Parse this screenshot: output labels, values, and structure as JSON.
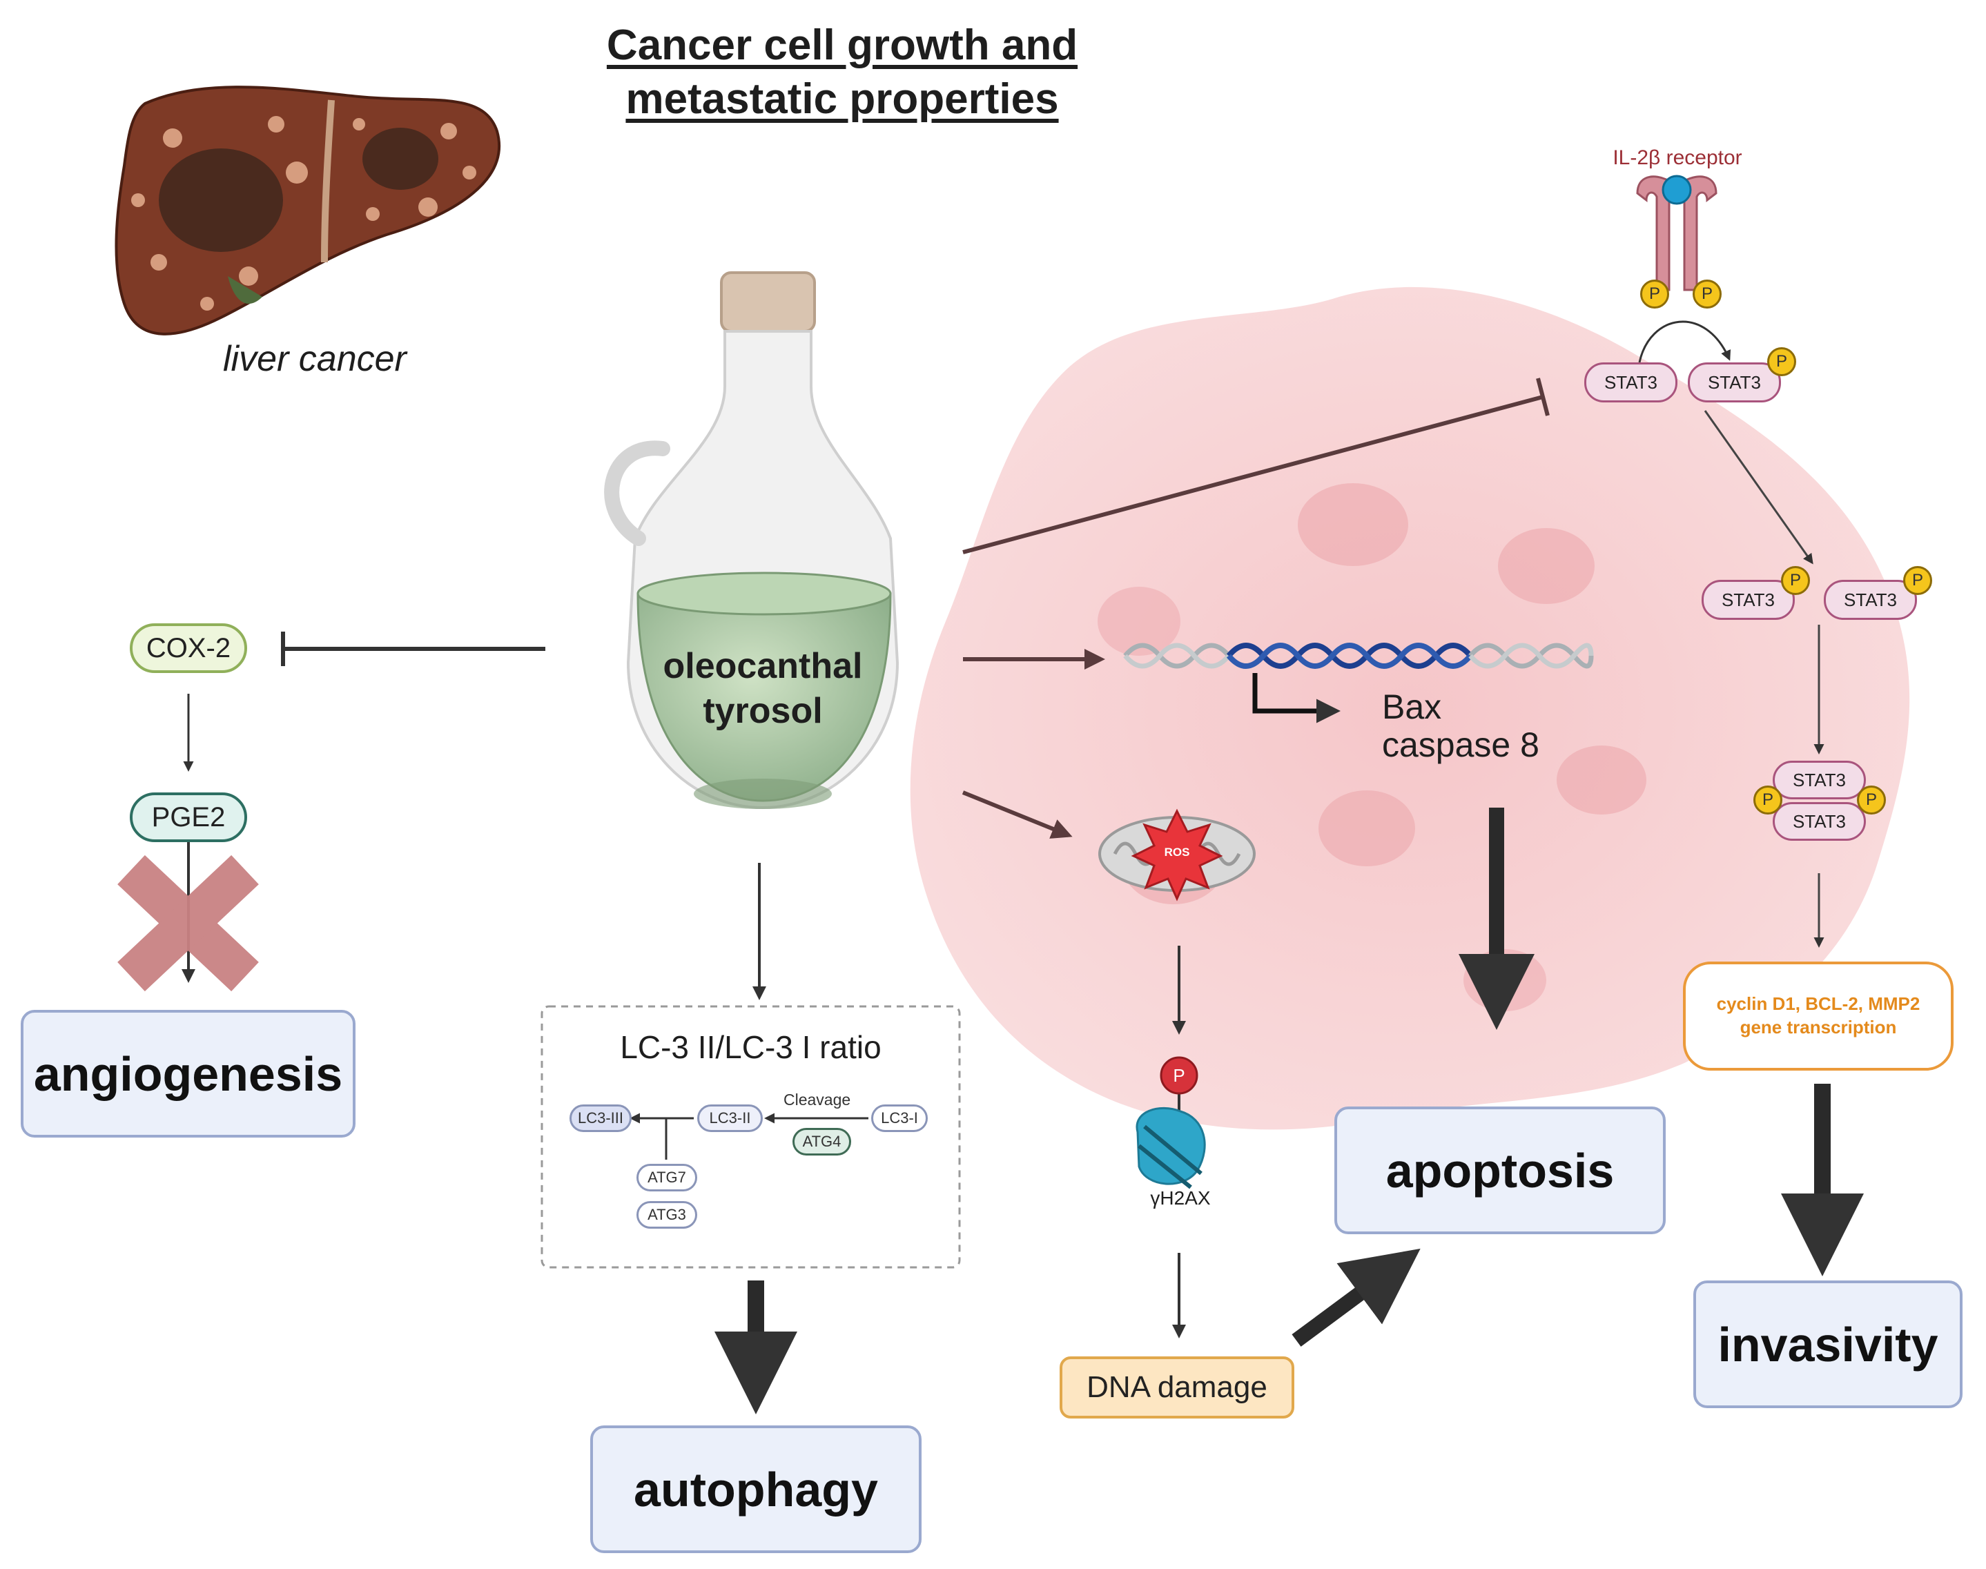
{
  "title": {
    "line1": "Cancer cell growth and",
    "line2": "metastatic properties"
  },
  "liver_label": "liver cancer",
  "bottle_label": {
    "line1": "oleocanthal",
    "line2": "tyrosol"
  },
  "cox_pathway": {
    "cox2": "COX-2",
    "pge2": "PGE2",
    "outcome": "angiogenesis"
  },
  "autophagy_panel": {
    "heading": "LC-3 II/LC-3 I ratio",
    "lc3_iii": "LC3-III",
    "lc3_ii": "LC3-II",
    "lc3_i": "LC3-I",
    "cleavage": "Cleavage",
    "atg4": "ATG4",
    "atg7": "ATG7",
    "atg3": "ATG3",
    "outcome": "autophagy"
  },
  "apoptosis_pathway": {
    "genes_line1": "Bax",
    "genes_line2": "caspase 8",
    "ros": "ROS",
    "phospho": "P",
    "h2ax": "γH2AX",
    "dna_damage": "DNA damage",
    "outcome": "apoptosis"
  },
  "stat3_pathway": {
    "receptor": "IL-2β receptor",
    "stat3": "STAT3",
    "phospho": "P",
    "transcription_line1": "cyclin D1, BCL-2, MMP2",
    "transcription_line2": "gene transcription",
    "outcome": "invasivity"
  },
  "colors": {
    "cell_pink": "#f6c9cb",
    "cox2_fill": "#eef6dc",
    "pge2_fill": "#e0f2ee",
    "x_mark": "#c98283",
    "outcome_fill": "#ebf0fa",
    "stat3_fill": "#f3dde8",
    "phospho_yellow": "#f5c51c",
    "dna_damage_fill": "#fde6c2",
    "transcription_text": "#e48a1c",
    "receptor_pink": "#d68f9a",
    "receptor_ligand": "#1f9ed3"
  }
}
